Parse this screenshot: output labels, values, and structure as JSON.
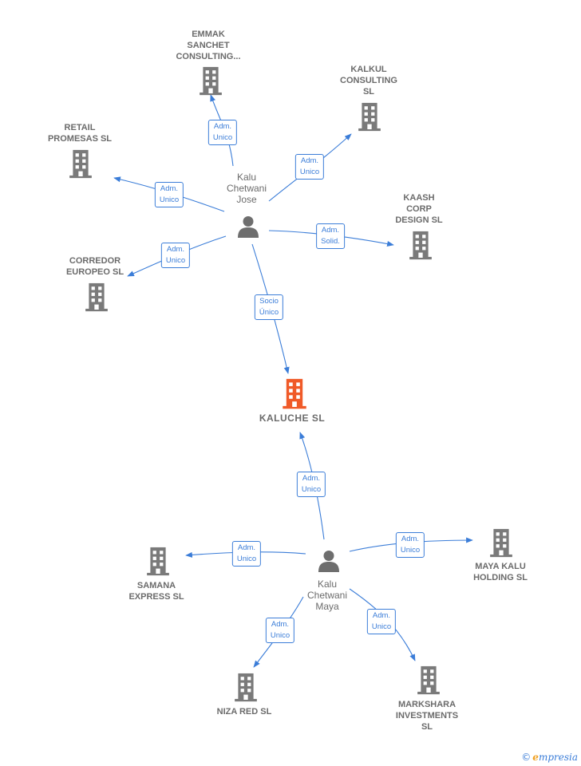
{
  "nodes": [
    {
      "id": "emmak",
      "type": "company",
      "lines": [
        "EMMAK",
        "SANCHET",
        "CONSULTING..."
      ],
      "color": "#7a7a7a"
    },
    {
      "id": "kalkul",
      "type": "company",
      "lines": [
        "KALKUL",
        "CONSULTING",
        "SL"
      ],
      "color": "#7a7a7a"
    },
    {
      "id": "retail",
      "type": "company",
      "lines": [
        "RETAIL",
        "PROMESAS  SL"
      ],
      "color": "#7a7a7a"
    },
    {
      "id": "kaash",
      "type": "company",
      "lines": [
        "KAASH",
        "CORP",
        "DESIGN  SL"
      ],
      "color": "#7a7a7a"
    },
    {
      "id": "corredor",
      "type": "company",
      "lines": [
        "CORREDOR",
        "EUROPEO  SL"
      ],
      "color": "#7a7a7a"
    },
    {
      "id": "jose",
      "type": "person",
      "lines": [
        "Kalu",
        "Chetwani",
        "Jose"
      ],
      "color": "#6e6e6e"
    },
    {
      "id": "kaluche",
      "type": "company",
      "lines": [
        "KALUCHE  SL"
      ],
      "color": "#f05a28",
      "focus": true
    },
    {
      "id": "samana",
      "type": "company",
      "lines": [
        "SAMANA",
        "EXPRESS  SL"
      ],
      "color": "#7a7a7a"
    },
    {
      "id": "maya",
      "type": "person",
      "lines": [
        "Kalu",
        "Chetwani",
        "Maya"
      ],
      "color": "#6e6e6e"
    },
    {
      "id": "mayakalu",
      "type": "company",
      "lines": [
        "MAYA KALU",
        "HOLDING  SL"
      ],
      "color": "#7a7a7a"
    },
    {
      "id": "niza",
      "type": "company",
      "lines": [
        "NIZA RED SL"
      ],
      "color": "#7a7a7a"
    },
    {
      "id": "markshara",
      "type": "company",
      "lines": [
        "MARKSHARA",
        "INVESTMENTS",
        "SL"
      ],
      "color": "#7a7a7a"
    }
  ],
  "edges": [
    {
      "id": "e-emmak",
      "lines": [
        "Adm.",
        "Unico"
      ]
    },
    {
      "id": "e-kalkul",
      "lines": [
        "Adm.",
        "Unico"
      ]
    },
    {
      "id": "e-retail",
      "lines": [
        "Adm.",
        "Unico"
      ]
    },
    {
      "id": "e-kaash",
      "lines": [
        "Adm.",
        "Solid."
      ]
    },
    {
      "id": "e-corredor",
      "lines": [
        "Adm.",
        "Unico"
      ]
    },
    {
      "id": "e-jose-kaluche",
      "lines": [
        "Socio",
        "Único"
      ]
    },
    {
      "id": "e-maya-kaluche",
      "lines": [
        "Adm.",
        "Unico"
      ]
    },
    {
      "id": "e-samana",
      "lines": [
        "Adm.",
        "Unico"
      ]
    },
    {
      "id": "e-mayakalu",
      "lines": [
        "Adm.",
        "Unico"
      ]
    },
    {
      "id": "e-niza",
      "lines": [
        "Adm.",
        "Unico"
      ]
    },
    {
      "id": "e-markshara",
      "lines": [
        "Adm.",
        "Unico"
      ]
    }
  ],
  "colors": {
    "edge": "#3b7dd8",
    "company": "#7a7a7a",
    "focus": "#f05a28",
    "person": "#6e6e6e"
  },
  "brand": {
    "copyright": "©",
    "initial": "e",
    "rest": "mpresia"
  }
}
